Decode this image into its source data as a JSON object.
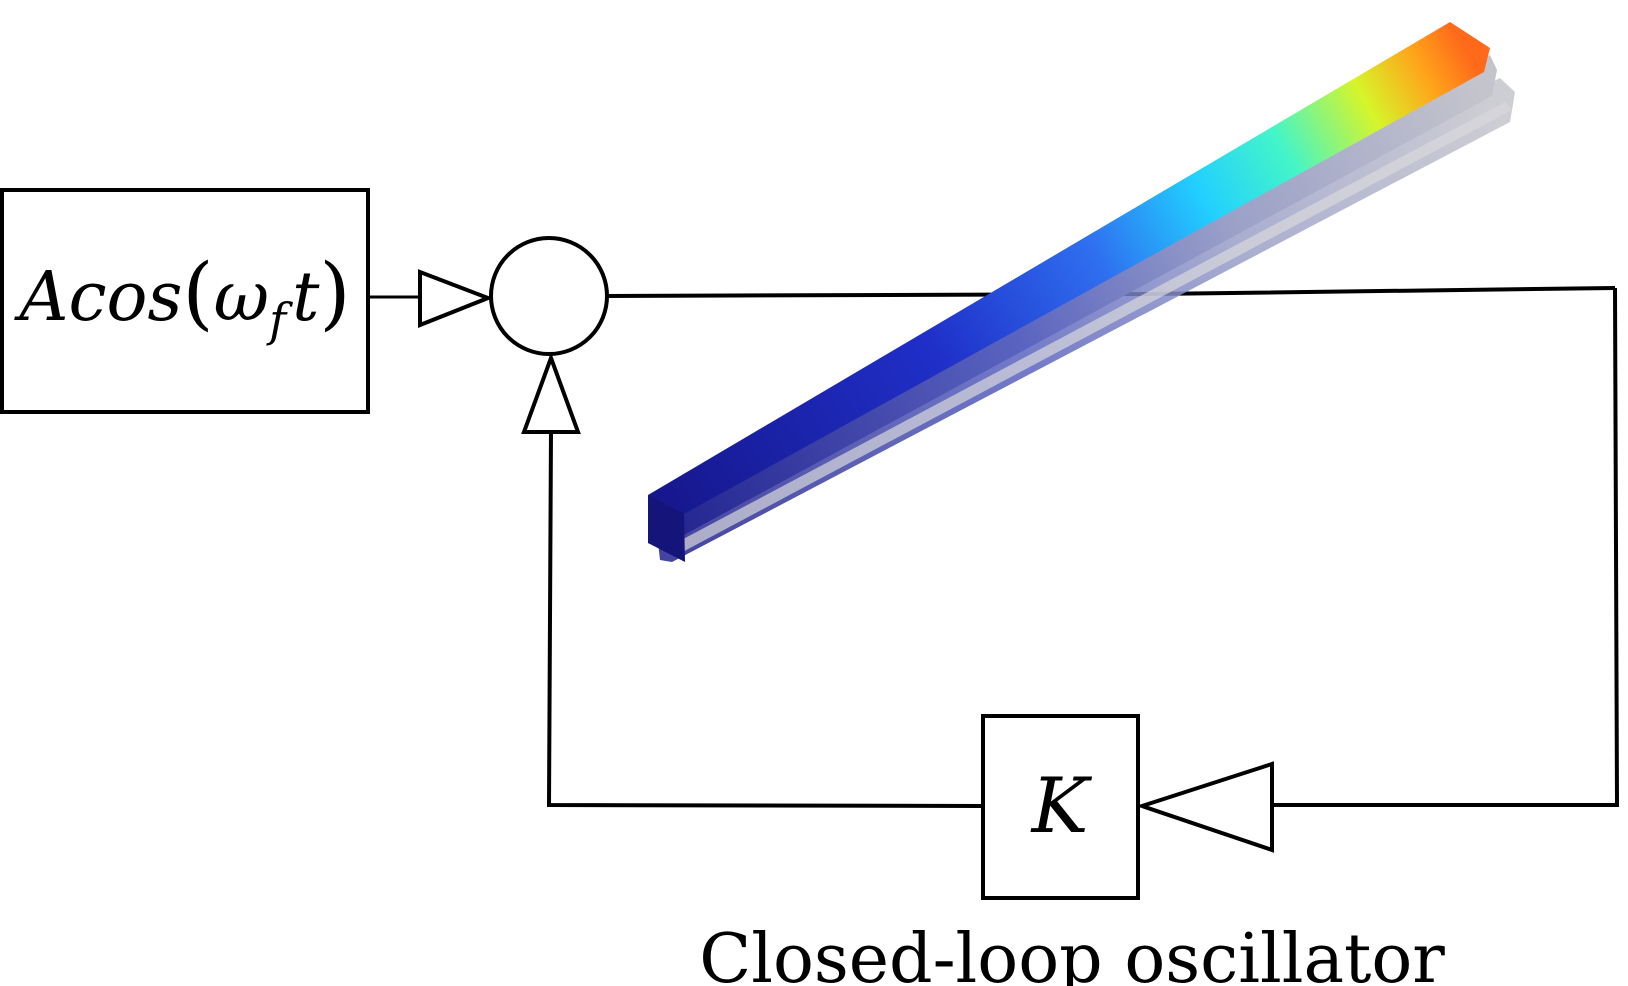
{
  "blocks": {
    "input": {
      "label_amplitude": "A",
      "label_cos": "cos",
      "label_paren_open": "(",
      "label_omega": "ω",
      "label_subscript": "f",
      "label_t": "t",
      "label_paren_close": ")"
    },
    "gain": {
      "label": "K"
    }
  },
  "caption": "Closed-loop oscillator",
  "colors": {
    "line": "#000000",
    "beam_gradient": [
      "#1a1a8c",
      "#2233cc",
      "#3366ff",
      "#22ccff",
      "#44ffcc",
      "#ccff22",
      "#ffaa11",
      "#ff6611"
    ],
    "beam_shadow": "#b0b0b8"
  }
}
